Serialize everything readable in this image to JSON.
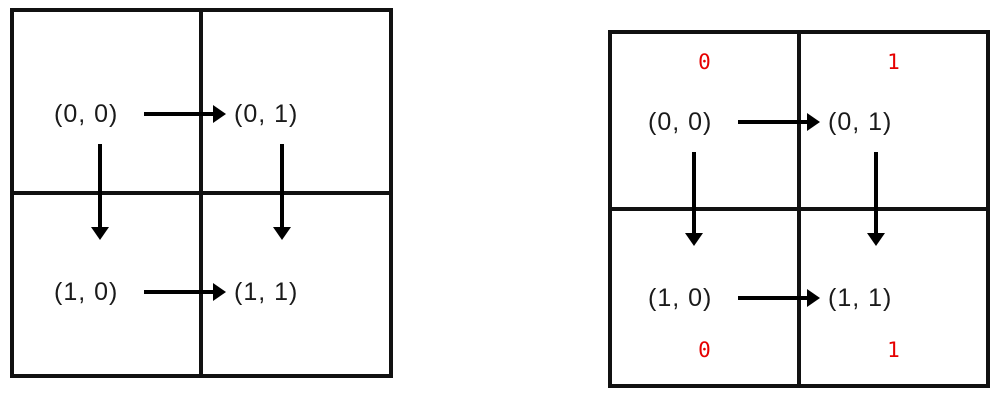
{
  "title": "2x2 grid coordinate traversal diagrams",
  "colors": {
    "grid_line": "#111111",
    "arrow": "#000000",
    "cell_value": "#e60000",
    "label_text": "#1a1a1a"
  },
  "diagrams": {
    "left": {
      "cells": {
        "c00": {
          "label": "(0, 0)"
        },
        "c01": {
          "label": "(0, 1)"
        },
        "c10": {
          "label": "(1, 0)"
        },
        "c11": {
          "label": "(1, 1)"
        }
      },
      "arrows": [
        "(0, 0) to (0, 1)",
        "(0, 0) to (1, 0)",
        "(0, 1) to (1, 1)",
        "(1, 0) to (1, 1)"
      ]
    },
    "right": {
      "cells": {
        "c00": {
          "label": "(0, 0)",
          "value": "0"
        },
        "c01": {
          "label": "(0, 1)",
          "value": "1"
        },
        "c10": {
          "label": "(1, 0)",
          "value": "0"
        },
        "c11": {
          "label": "(1, 1)",
          "value": "1"
        }
      },
      "arrows": [
        "(0, 0) to (0, 1)",
        "(0, 0) to (1, 0)",
        "(0, 1) to (1, 1)",
        "(1, 0) to (1, 1)"
      ]
    }
  }
}
